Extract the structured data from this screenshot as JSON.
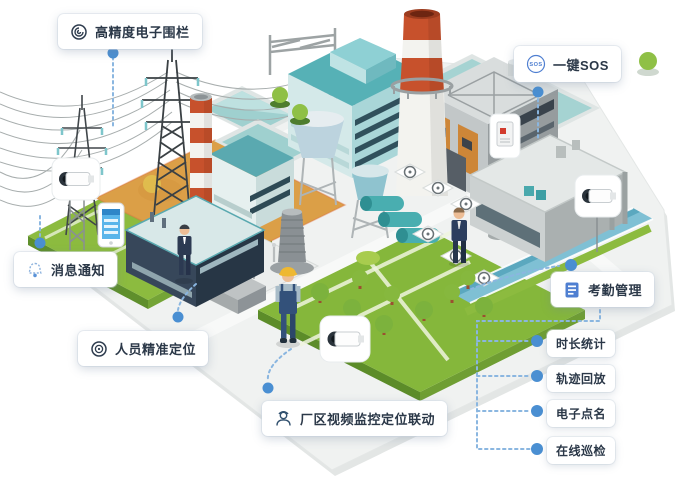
{
  "callouts": {
    "fence": {
      "label": "高精度电子围栏",
      "icon": "coil-fence-icon"
    },
    "sos": {
      "label": "一键SOS",
      "icon": "sos-circle-icon",
      "icon_text": "SOS"
    },
    "notification": {
      "label": "消息通知",
      "icon": "bell-icon"
    },
    "positioning": {
      "label": "人员精准定位",
      "icon": "target-rings-icon"
    },
    "video_linkage": {
      "label": "厂区视频监控定位联动",
      "icon": "worker-head-icon"
    },
    "attendance": {
      "label": "考勤管理",
      "icon": "clipboard-list-icon"
    },
    "attendance_features": [
      {
        "label": "时长统计"
      },
      {
        "label": "轨迹回放"
      },
      {
        "label": "电子点名"
      },
      {
        "label": "在线巡检"
      }
    ]
  },
  "colors": {
    "accent_blue": "#4a8fd2",
    "dashed_line": "#8ab6e0",
    "card_text": "#2b3848",
    "icon_blue": "#4f7fd1",
    "icon_dark": "#2e3c4e",
    "fence_zone_orange": "#e29e3c",
    "chimney_red": "#c7512c",
    "lawn_green": "#8cbb3f",
    "teal_building": "#56b1b6",
    "water_blue": "#7fc0d4"
  },
  "scene": {
    "type": "isometric-illustration",
    "elements": [
      "power-transmission-towers",
      "electronic-fence-zone",
      "striped-chimneys",
      "cooling-tower",
      "teal-office-buildings",
      "gray-plant-building",
      "water-pools",
      "water-towers",
      "water-channel",
      "substation",
      "lawns-with-trees",
      "workers",
      "surveillance-camera-cards",
      "sos-wall-device",
      "smartphone"
    ]
  }
}
